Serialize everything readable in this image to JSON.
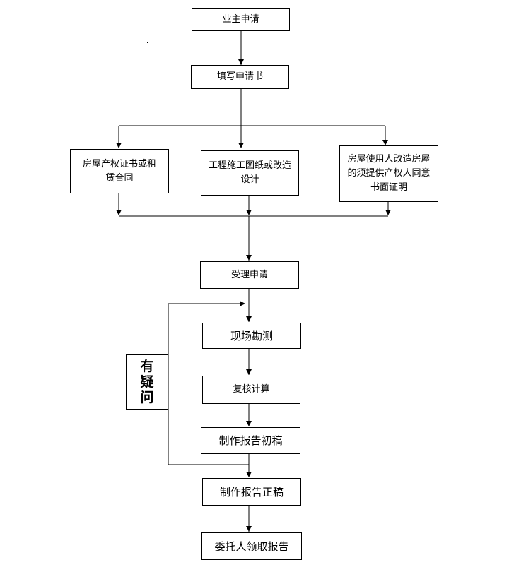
{
  "diagram": {
    "nodes": {
      "owner_apply": "业主申请",
      "fill_form": "填写申请书",
      "property_cert": "房屋产权证书或租赁合同",
      "construction_drawings": "工程施工图纸或改造设计",
      "user_consent": "房屋使用人改造房屋的须提供产权人同意书面证明",
      "accept_apply": "受理申请",
      "site_survey": "现场勘测",
      "recheck_calc": "复核计算",
      "draft_report": "制作报告初稿",
      "final_report": "制作报告正稿",
      "client_collect": "委托人领取报告"
    },
    "feedback_label": "有疑问"
  }
}
